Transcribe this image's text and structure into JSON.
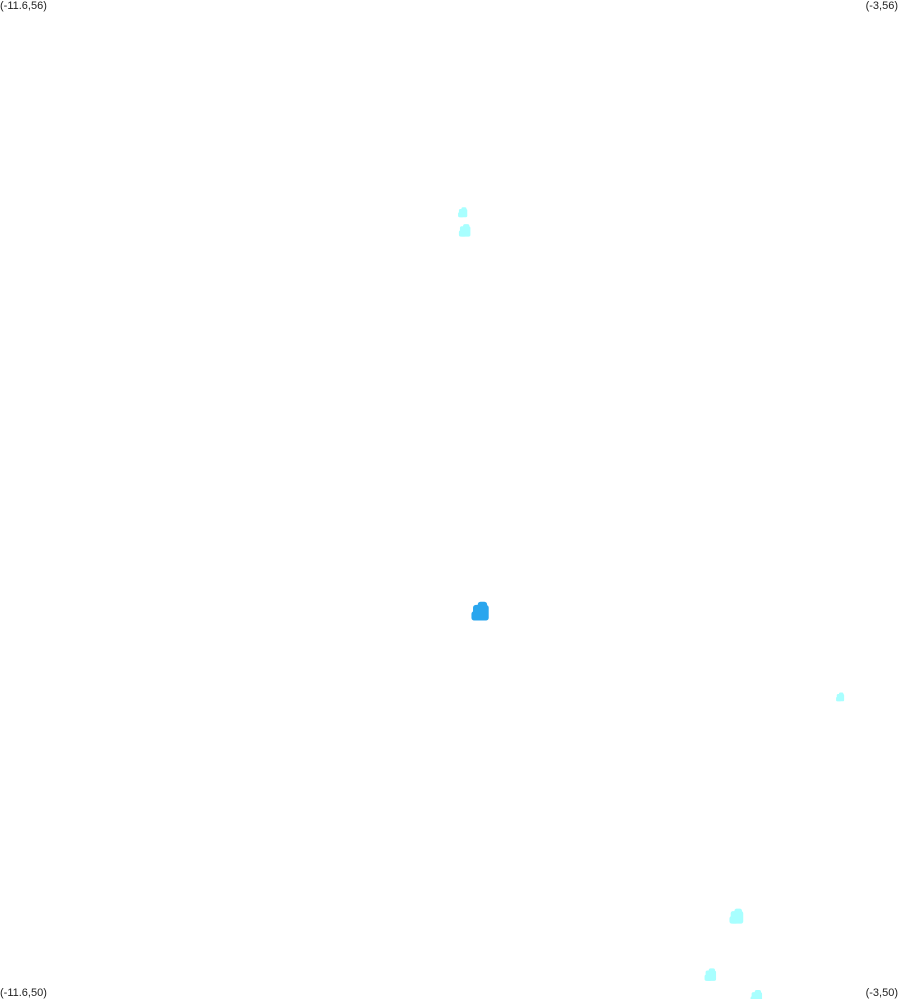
{
  "corners": {
    "top_left": "(-11.6,56)",
    "top_right": "(-3,56)",
    "bottom_left": "(-11.6,50)",
    "bottom_right": "(-3,50)"
  },
  "extent": {
    "lon_min": -11.6,
    "lon_max": -3,
    "lat_min": 50,
    "lat_max": 56
  },
  "colors": {
    "light_blob": "#a8ffff",
    "dark_blob": "#2aa6ee"
  },
  "features": [
    {
      "lon": -7.17,
      "lat": 54.72,
      "size": 0.08,
      "tone": "light"
    },
    {
      "lon": -7.15,
      "lat": 54.61,
      "size": 0.1,
      "tone": "light"
    },
    {
      "lon": -7.0,
      "lat": 52.32,
      "size": 0.15,
      "tone": "dark"
    },
    {
      "lon": -3.56,
      "lat": 51.81,
      "size": 0.07,
      "tone": "light"
    },
    {
      "lon": -4.55,
      "lat": 50.49,
      "size": 0.12,
      "tone": "light"
    },
    {
      "lon": -4.8,
      "lat": 50.14,
      "size": 0.1,
      "tone": "light"
    },
    {
      "lon": -4.36,
      "lat": 50.01,
      "size": 0.1,
      "tone": "light"
    }
  ]
}
